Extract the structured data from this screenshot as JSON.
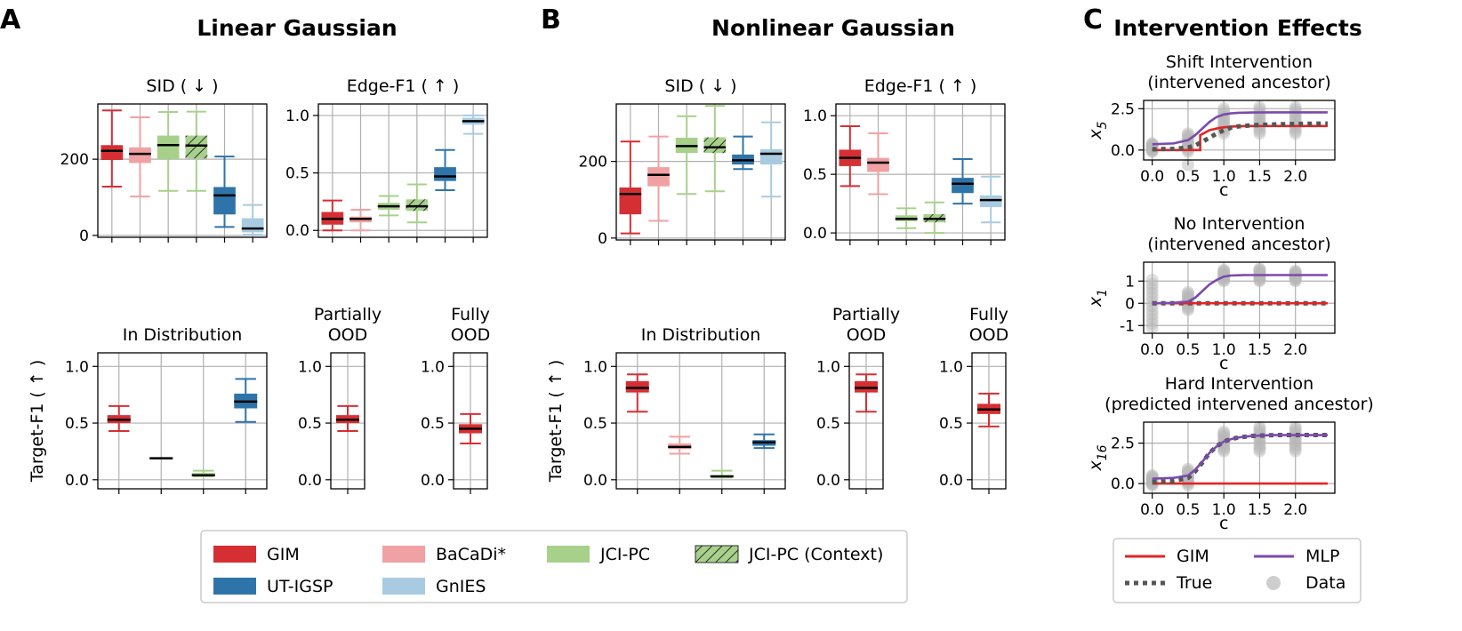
{
  "colors": {
    "GIM": "#d62f33",
    "BaCaDi*": "#f0a1a3",
    "JCI-PC": "#a7d18b",
    "JCI-PC (Context)": "#a7d18b",
    "UT-IGSP": "#2f74a8",
    "GnIES": "#a9cbe1",
    "effect_GIM": "#e32424",
    "effect_MLP": "#7a4aac",
    "effect_True": "#555555",
    "effect_Data": "#b9b9b9"
  },
  "panel_letters": [
    "A",
    "B",
    "C"
  ],
  "sections": {
    "A": "Linear Gaussian",
    "B": "Nonlinear Gaussian",
    "C": "Intervention Effects"
  },
  "methods": [
    "GIM",
    "BaCaDi*",
    "JCI-PC",
    "JCI-PC (Context)",
    "UT-IGSP",
    "GnIES"
  ],
  "legend_methods": [
    "GIM",
    "BaCaDi*",
    "JCI-PC",
    "JCI-PC (Context)",
    "UT-IGSP",
    "GnIES"
  ],
  "legend_effects": [
    "GIM",
    "MLP",
    "True",
    "Data"
  ],
  "chart_data": [
    {
      "id": "A_sid",
      "type": "box",
      "section": "A",
      "title": "SID ( ↓ )",
      "ylim": [
        -5,
        345
      ],
      "yticks": [
        0,
        200
      ],
      "series": [
        {
          "name": "GIM",
          "whislo": 128,
          "q1": 198,
          "med": 222,
          "q3": 237,
          "whishi": 328,
          "hatch": false
        },
        {
          "name": "BaCaDi*",
          "whislo": 102,
          "q1": 190,
          "med": 214,
          "q3": 231,
          "whishi": 310,
          "hatch": false
        },
        {
          "name": "JCI-PC",
          "whislo": 117,
          "q1": 200,
          "med": 237,
          "q3": 262,
          "whishi": 324,
          "hatch": false
        },
        {
          "name": "JCI-PC (Context)",
          "whislo": 117,
          "q1": 202,
          "med": 236,
          "q3": 262,
          "whishi": 325,
          "hatch": true
        },
        {
          "name": "UT-IGSP",
          "whislo": 22,
          "q1": 55,
          "med": 105,
          "q3": 127,
          "whishi": 207,
          "hatch": false
        },
        {
          "name": "GnIES",
          "whislo": 2,
          "q1": 8,
          "med": 18,
          "q3": 45,
          "whishi": 80,
          "hatch": false
        }
      ]
    },
    {
      "id": "A_f1",
      "type": "box",
      "section": "A",
      "title": "Edge-F1 ( ↑ )",
      "ylim": [
        -0.06,
        1.1
      ],
      "yticks": [
        0.0,
        0.5,
        1.0
      ],
      "series": [
        {
          "name": "GIM",
          "whislo": 0.0,
          "q1": 0.05,
          "med": 0.1,
          "q3": 0.16,
          "whishi": 0.26,
          "hatch": false
        },
        {
          "name": "BaCaDi*",
          "whislo": 0.0,
          "q1": 0.07,
          "med": 0.1,
          "q3": 0.12,
          "whishi": 0.18,
          "hatch": false
        },
        {
          "name": "JCI-PC",
          "whislo": 0.13,
          "q1": 0.18,
          "med": 0.21,
          "q3": 0.24,
          "whishi": 0.3,
          "hatch": false
        },
        {
          "name": "JCI-PC (Context)",
          "whislo": 0.07,
          "q1": 0.17,
          "med": 0.21,
          "q3": 0.27,
          "whishi": 0.4,
          "hatch": true
        },
        {
          "name": "UT-IGSP",
          "whislo": 0.35,
          "q1": 0.43,
          "med": 0.47,
          "q3": 0.55,
          "whishi": 0.7,
          "hatch": false
        },
        {
          "name": "GnIES",
          "whislo": 0.84,
          "q1": 0.92,
          "med": 0.95,
          "q3": 0.98,
          "whishi": 1.0,
          "hatch": false
        }
      ]
    },
    {
      "id": "A_in",
      "type": "box",
      "section": "A",
      "title": "In Distribution",
      "ylabel": "Target-F1 ( ↑ )",
      "ylim": [
        -0.08,
        1.12
      ],
      "yticks": [
        0.0,
        0.5,
        1.0
      ],
      "series": [
        {
          "name": "GIM",
          "whislo": 0.43,
          "q1": 0.5,
          "med": 0.53,
          "q3": 0.57,
          "whishi": 0.65,
          "hatch": false
        },
        {
          "name": "BaCaDi*",
          "whislo": 0.19,
          "q1": 0.19,
          "med": 0.19,
          "q3": 0.19,
          "whishi": 0.19,
          "hatch": false
        },
        {
          "name": "JCI-PC",
          "whislo": 0.03,
          "q1": 0.03,
          "med": 0.04,
          "q3": 0.06,
          "whishi": 0.08,
          "hatch": false
        },
        {
          "name": "UT-IGSP",
          "whislo": 0.51,
          "q1": 0.63,
          "med": 0.69,
          "q3": 0.76,
          "whishi": 0.89,
          "hatch": false
        }
      ]
    },
    {
      "id": "A_part",
      "type": "box",
      "section": "A",
      "title": [
        "Partially",
        "OOD"
      ],
      "ylim": [
        -0.08,
        1.12
      ],
      "yticks": [
        0.0,
        0.5,
        1.0
      ],
      "series": [
        {
          "name": "GIM",
          "whislo": 0.43,
          "q1": 0.5,
          "med": 0.53,
          "q3": 0.57,
          "whishi": 0.65,
          "hatch": false
        }
      ]
    },
    {
      "id": "A_full",
      "type": "box",
      "section": "A",
      "title": [
        "Fully",
        "OOD"
      ],
      "ylim": [
        -0.08,
        1.12
      ],
      "yticks": [
        0.0,
        0.5,
        1.0
      ],
      "series": [
        {
          "name": "GIM",
          "whislo": 0.32,
          "q1": 0.41,
          "med": 0.45,
          "q3": 0.49,
          "whishi": 0.58,
          "hatch": false
        }
      ]
    },
    {
      "id": "B_sid",
      "type": "box",
      "section": "B",
      "title": "SID ( ↓ )",
      "ylim": [
        -5,
        350
      ],
      "yticks": [
        0,
        200
      ],
      "series": [
        {
          "name": "GIM",
          "whislo": 12,
          "q1": 62,
          "med": 115,
          "q3": 132,
          "whishi": 252,
          "hatch": false
        },
        {
          "name": "BaCaDi*",
          "whislo": 45,
          "q1": 135,
          "med": 165,
          "q3": 185,
          "whishi": 265,
          "hatch": false
        },
        {
          "name": "JCI-PC",
          "whislo": 115,
          "q1": 222,
          "med": 240,
          "q3": 262,
          "whishi": 318,
          "hatch": false
        },
        {
          "name": "JCI-PC (Context)",
          "whislo": 122,
          "q1": 222,
          "med": 237,
          "q3": 263,
          "whishi": 345,
          "hatch": true
        },
        {
          "name": "UT-IGSP",
          "whislo": 180,
          "q1": 192,
          "med": 203,
          "q3": 218,
          "whishi": 265,
          "hatch": false
        },
        {
          "name": "GnIES",
          "whislo": 108,
          "q1": 192,
          "med": 220,
          "q3": 232,
          "whishi": 302,
          "hatch": false
        }
      ]
    },
    {
      "id": "B_f1",
      "type": "box",
      "section": "B",
      "title": "Edge-F1 ( ↑ )",
      "ylim": [
        -0.06,
        1.1
      ],
      "yticks": [
        0.0,
        0.5,
        1.0
      ],
      "series": [
        {
          "name": "GIM",
          "whislo": 0.4,
          "q1": 0.57,
          "med": 0.64,
          "q3": 0.71,
          "whishi": 0.91,
          "hatch": false
        },
        {
          "name": "BaCaDi*",
          "whislo": 0.33,
          "q1": 0.52,
          "med": 0.6,
          "q3": 0.64,
          "whishi": 0.85,
          "hatch": false
        },
        {
          "name": "JCI-PC",
          "whislo": 0.04,
          "q1": 0.1,
          "med": 0.12,
          "q3": 0.15,
          "whishi": 0.21,
          "hatch": false
        },
        {
          "name": "JCI-PC (Context)",
          "whislo": 0.0,
          "q1": 0.09,
          "med": 0.12,
          "q3": 0.16,
          "whishi": 0.26,
          "hatch": true
        },
        {
          "name": "UT-IGSP",
          "whislo": 0.25,
          "q1": 0.34,
          "med": 0.42,
          "q3": 0.47,
          "whishi": 0.63,
          "hatch": false
        },
        {
          "name": "GnIES",
          "whislo": 0.09,
          "q1": 0.22,
          "med": 0.28,
          "q3": 0.32,
          "whishi": 0.48,
          "hatch": false
        }
      ]
    },
    {
      "id": "B_in",
      "type": "box",
      "section": "B",
      "title": "In Distribution",
      "ylabel": "Target-F1 ( ↑ )",
      "ylim": [
        -0.08,
        1.12
      ],
      "yticks": [
        0.0,
        0.5,
        1.0
      ],
      "series": [
        {
          "name": "GIM",
          "whislo": 0.6,
          "q1": 0.77,
          "med": 0.81,
          "q3": 0.87,
          "whishi": 0.93,
          "hatch": false
        },
        {
          "name": "BaCaDi*",
          "whislo": 0.23,
          "q1": 0.27,
          "med": 0.29,
          "q3": 0.32,
          "whishi": 0.38,
          "hatch": false
        },
        {
          "name": "JCI-PC",
          "whislo": 0.02,
          "q1": 0.02,
          "med": 0.03,
          "q3": 0.04,
          "whishi": 0.08,
          "hatch": false
        },
        {
          "name": "UT-IGSP",
          "whislo": 0.28,
          "q1": 0.3,
          "med": 0.33,
          "q3": 0.35,
          "whishi": 0.4,
          "hatch": false
        }
      ]
    },
    {
      "id": "B_part",
      "type": "box",
      "section": "B",
      "title": [
        "Partially",
        "OOD"
      ],
      "ylim": [
        -0.08,
        1.12
      ],
      "yticks": [
        0.0,
        0.5,
        1.0
      ],
      "series": [
        {
          "name": "GIM",
          "whislo": 0.6,
          "q1": 0.77,
          "med": 0.81,
          "q3": 0.87,
          "whishi": 0.93,
          "hatch": false
        }
      ]
    },
    {
      "id": "B_full",
      "type": "box",
      "section": "B",
      "title": [
        "Fully",
        "OOD"
      ],
      "ylim": [
        -0.08,
        1.12
      ],
      "yticks": [
        0.0,
        0.5,
        1.0
      ],
      "series": [
        {
          "name": "GIM",
          "whislo": 0.47,
          "q1": 0.58,
          "med": 0.62,
          "q3": 0.67,
          "whishi": 0.76,
          "hatch": false
        }
      ]
    },
    {
      "id": "C_shift",
      "type": "line",
      "section": "C",
      "title": [
        "Shift Intervention",
        "(intervened ancestor)"
      ],
      "ylabel": "x5",
      "ylabel_base": "x",
      "ylabel_sub": "5",
      "xlabel": "c",
      "xlim": [
        -0.12,
        2.55
      ],
      "ylim": [
        -0.6,
        3.0
      ],
      "xticks": [
        0.0,
        0.5,
        1.0,
        1.5,
        2.0
      ],
      "yticks": [
        0.0,
        2.5
      ],
      "series": [
        {
          "name": "Data",
          "kind": "scatter",
          "x": [
            0,
            0.5,
            1.0,
            1.5,
            2.0
          ],
          "ymin": [
            -0.1,
            -0.1,
            1.0,
            1.0,
            1.0
          ],
          "ymax": [
            0.4,
            1.0,
            2.5,
            2.6,
            2.6
          ],
          "outliers": [
            [
              0.5,
              -0.9
            ]
          ]
        },
        {
          "name": "GIM",
          "kind": "line",
          "x": [
            0,
            0.67,
            0.67,
            0.8,
            0.95,
            1.1,
            1.3,
            1.6,
            2.0,
            2.45
          ],
          "y": [
            0,
            0,
            0.9,
            1.2,
            1.35,
            1.42,
            1.45,
            1.45,
            1.45,
            1.45
          ]
        },
        {
          "name": "True",
          "kind": "dotted",
          "x": [
            0,
            0.3,
            0.5,
            0.6,
            0.7,
            0.8,
            0.9,
            1.0,
            1.1,
            1.2,
            1.4,
            1.7,
            2.0,
            2.45
          ],
          "y": [
            0.05,
            0.07,
            0.15,
            0.28,
            0.5,
            0.75,
            1.0,
            1.2,
            1.35,
            1.43,
            1.5,
            1.55,
            1.58,
            1.6
          ]
        },
        {
          "name": "MLP",
          "kind": "line",
          "x": [
            0,
            0.3,
            0.5,
            0.6,
            0.7,
            0.8,
            0.9,
            1.0,
            1.1,
            1.2,
            1.4,
            1.7,
            2.0,
            2.45
          ],
          "y": [
            0.35,
            0.4,
            0.6,
            0.9,
            1.3,
            1.7,
            2.0,
            2.15,
            2.22,
            2.25,
            2.27,
            2.28,
            2.28,
            2.28
          ]
        }
      ]
    },
    {
      "id": "C_none",
      "type": "line",
      "section": "C",
      "title": [
        "No Intervention",
        "(intervened ancestor)"
      ],
      "ylabel": "x1",
      "ylabel_base": "x",
      "ylabel_sub": "1",
      "xlabel": "c",
      "xlim": [
        -0.12,
        2.55
      ],
      "ylim": [
        -1.35,
        1.85
      ],
      "xticks": [
        0.0,
        0.5,
        1.0,
        1.5,
        2.0
      ],
      "yticks": [
        -1,
        0,
        1
      ],
      "series": [
        {
          "name": "Data",
          "kind": "scatter",
          "x": [
            0,
            0.5,
            1.0,
            1.5,
            2.0
          ],
          "ymin": [
            -1.1,
            -0.3,
            1.0,
            1.0,
            1.0
          ],
          "ymax": [
            1.05,
            0.5,
            1.5,
            1.55,
            1.45
          ],
          "outliers": []
        },
        {
          "name": "True",
          "kind": "dotted",
          "x": [
            0,
            2.45
          ],
          "y": [
            0,
            0
          ]
        },
        {
          "name": "GIM",
          "kind": "line",
          "x": [
            0,
            2.45
          ],
          "y": [
            0,
            0
          ]
        },
        {
          "name": "MLP",
          "kind": "line",
          "x": [
            0,
            0.3,
            0.5,
            0.6,
            0.7,
            0.8,
            0.9,
            1.0,
            1.1,
            1.3,
            1.6,
            2.0,
            2.45
          ],
          "y": [
            0,
            0.02,
            0.08,
            0.25,
            0.55,
            0.85,
            1.05,
            1.2,
            1.25,
            1.27,
            1.27,
            1.27,
            1.27
          ]
        }
      ]
    },
    {
      "id": "C_hard",
      "type": "line",
      "section": "C",
      "title": [
        "Hard Intervention",
        "(predicted intervened ancestor)"
      ],
      "ylabel": "x16",
      "ylabel_base": "x",
      "ylabel_sub": "16",
      "xlabel": "c",
      "xlim": [
        -0.12,
        2.55
      ],
      "ylim": [
        -0.6,
        3.8
      ],
      "xticks": [
        0.0,
        0.5,
        1.0,
        1.5,
        2.0
      ],
      "yticks": [
        0.0,
        2.5
      ],
      "series": [
        {
          "name": "Data",
          "kind": "scatter",
          "x": [
            0,
            0.5,
            1.0,
            1.5,
            2.0
          ],
          "ymin": [
            -0.1,
            -0.1,
            2.0,
            2.0,
            2.0
          ],
          "ymax": [
            0.5,
            0.9,
            3.2,
            3.5,
            3.5
          ],
          "outliers": []
        },
        {
          "name": "GIM",
          "kind": "line",
          "x": [
            0,
            2.45
          ],
          "y": [
            0,
            0
          ]
        },
        {
          "name": "True",
          "kind": "dotted",
          "x": [
            0,
            0.3,
            0.5,
            0.6,
            0.7,
            0.8,
            0.9,
            1.0,
            1.1,
            1.2,
            1.4,
            1.7,
            2.0,
            2.45
          ],
          "y": [
            0.1,
            0.15,
            0.35,
            0.75,
            1.3,
            1.9,
            2.3,
            2.6,
            2.75,
            2.85,
            2.95,
            3.0,
            3.0,
            3.0
          ]
        },
        {
          "name": "MLP",
          "kind": "line",
          "x": [
            0,
            0.3,
            0.5,
            0.6,
            0.7,
            0.8,
            0.9,
            1.0,
            1.1,
            1.2,
            1.4,
            1.7,
            2.0,
            2.45
          ],
          "y": [
            0.3,
            0.35,
            0.5,
            0.85,
            1.35,
            1.9,
            2.3,
            2.6,
            2.75,
            2.85,
            2.95,
            3.0,
            3.0,
            3.0
          ]
        }
      ]
    }
  ]
}
